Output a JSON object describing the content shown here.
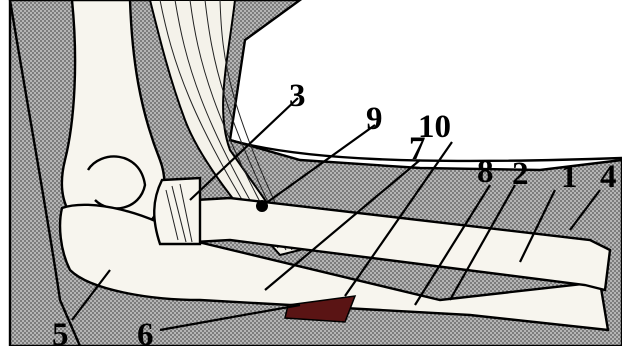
{
  "figure": {
    "labels": [
      {
        "id": "label-1",
        "text": "1"
      },
      {
        "id": "label-2",
        "text": "2"
      },
      {
        "id": "label-3",
        "text": "3"
      },
      {
        "id": "label-4",
        "text": "4"
      },
      {
        "id": "label-5",
        "text": "5"
      },
      {
        "id": "label-6",
        "text": "6"
      },
      {
        "id": "label-7",
        "text": "7"
      },
      {
        "id": "label-8",
        "text": "8"
      },
      {
        "id": "label-9",
        "text": "9"
      },
      {
        "id": "label-10",
        "text": "10"
      }
    ]
  },
  "colors": {
    "soft_tissue": "#9a9a9a",
    "bone": "#f7f5ee",
    "lesion": "#5a1414",
    "ink": "#000000"
  }
}
